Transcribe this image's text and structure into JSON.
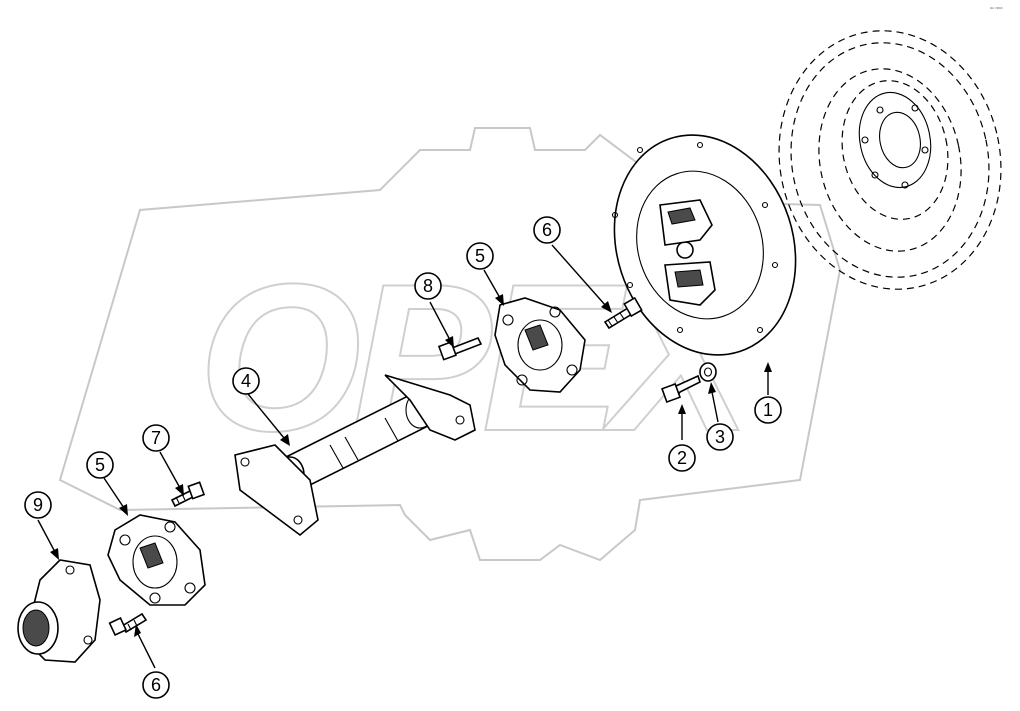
{
  "callouts": [
    {
      "id": "1",
      "label": "1"
    },
    {
      "id": "2",
      "label": "2"
    },
    {
      "id": "3",
      "label": "3"
    },
    {
      "id": "4",
      "label": "4"
    },
    {
      "id": "5a",
      "label": "5"
    },
    {
      "id": "5b",
      "label": "5"
    },
    {
      "id": "6a",
      "label": "6"
    },
    {
      "id": "6b",
      "label": "6"
    },
    {
      "id": "7",
      "label": "7"
    },
    {
      "id": "8",
      "label": "8"
    },
    {
      "id": "9",
      "label": "9"
    }
  ],
  "watermark": {
    "text": "OPEX"
  },
  "corner_mark": {
    "text": "ᵃ⁹ ᵒᵖᵉˣ"
  },
  "colors": {
    "line": "#000000",
    "watermark": "#c8c8c8",
    "background": "#ffffff"
  }
}
